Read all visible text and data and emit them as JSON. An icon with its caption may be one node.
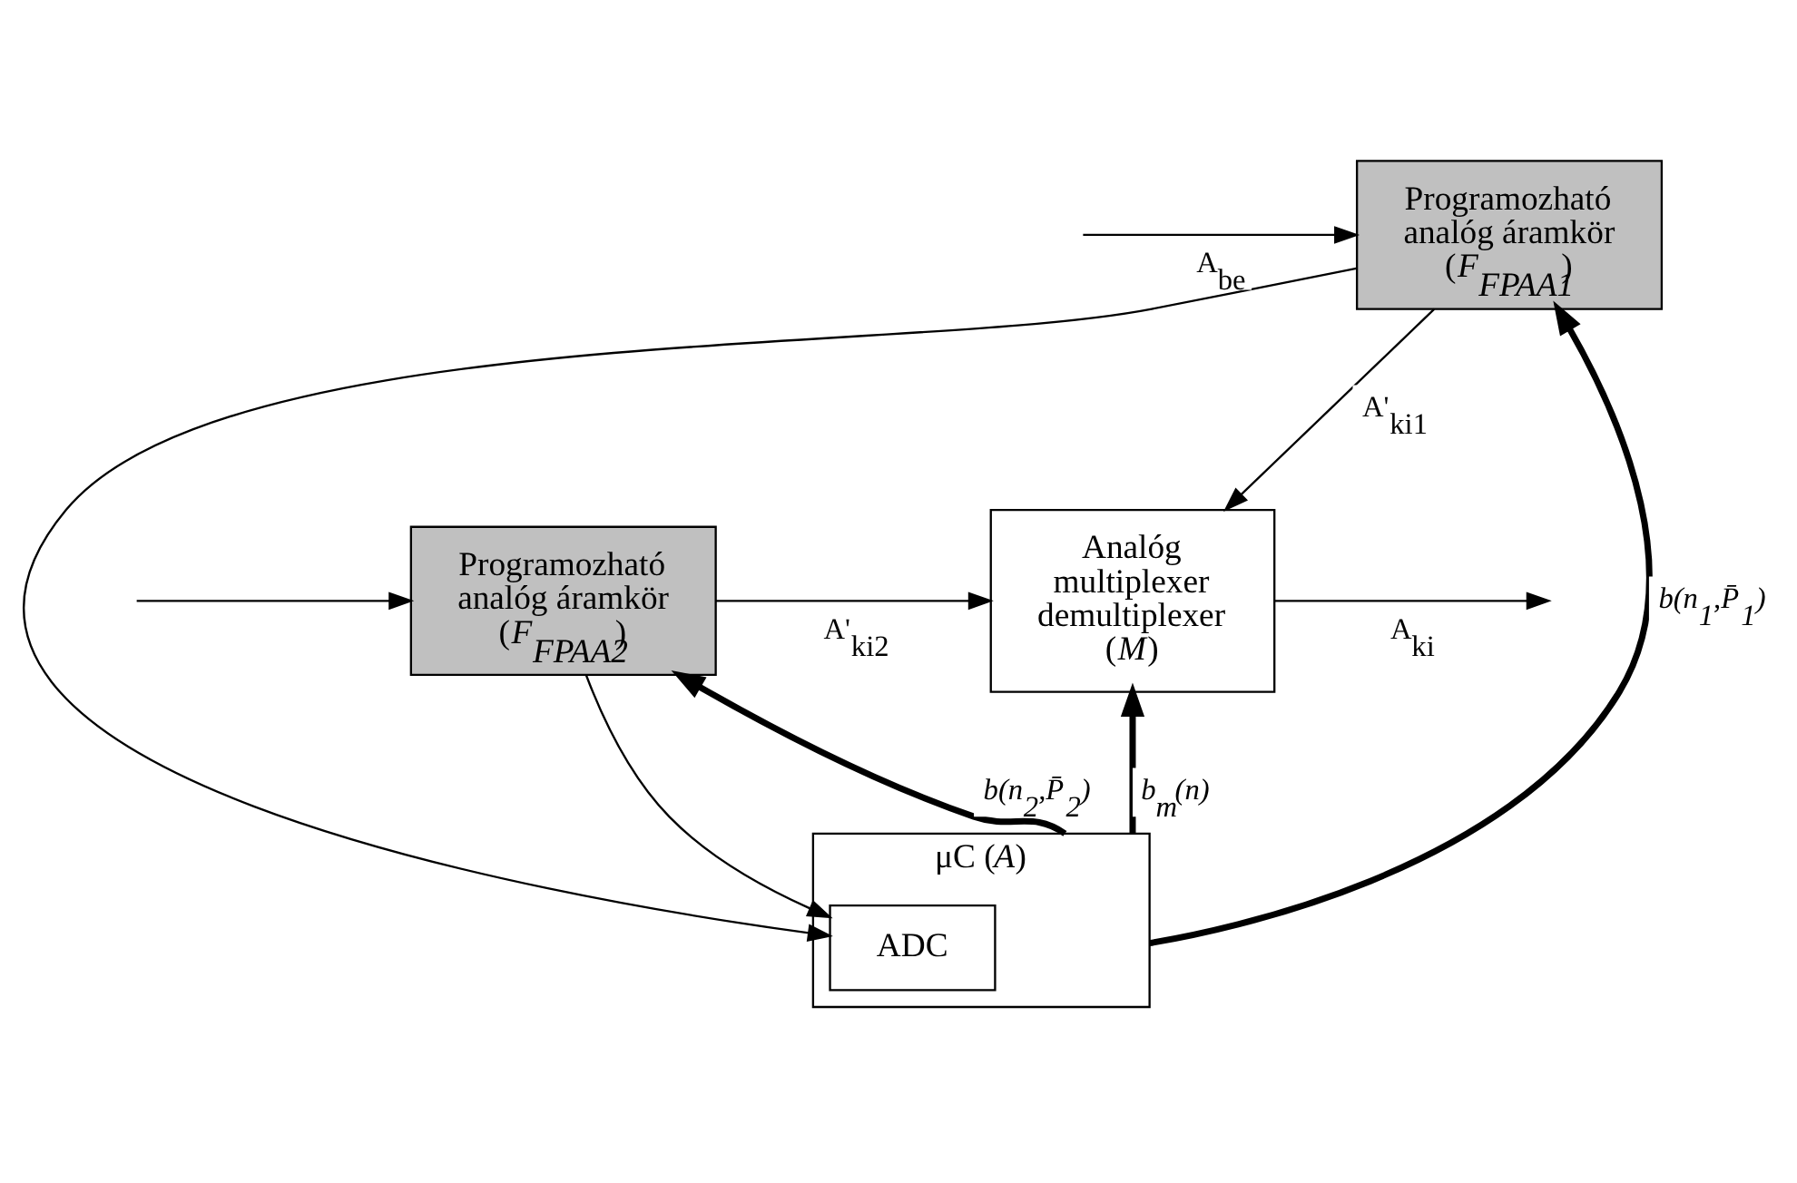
{
  "diagram": {
    "nodes": [
      {
        "text": [
          "Programozható analóg áramkör (*F$_{FPAA1}$*)"
        ]
      },
      {
        "text": [
          "Programozható analóg áramkör (*F$_{FPAA2}$*)"
        ]
      },
      {
        "text": [
          "Analóg multiplexer demultiplexer (*M*)"
        ]
      },
      {
        "text": [
          "μC (*A*)"
        ]
      },
      {
        "text": [
          "ADC"
        ],
        "in": 3
      }
    ],
    "edges": [
      {
        "from": null,
        "to": 0,
        "arrow": "to",
        "label": "A$_{be}$"
      },
      {
        "from": null,
        "to": 1,
        "arrow": "to"
      },
      {
        "from": 0,
        "to": 2,
        "arrow": "to",
        "label": "A'$_{ki1}$"
      },
      {
        "from": 0,
        "to": 4,
        "arrow": "to"
      },
      {
        "from": 1,
        "to": 2,
        "arrow": "to",
        "label": "A'$_{ki2}$"
      },
      {
        "from": 1,
        "to": 4,
        "arrow": "to"
      },
      {
        "from": 2,
        "to": null,
        "arrow": "to",
        "label": "A$_{ki}$"
      },
      {
        "from": 3,
        "to": 0,
        "arrow": "to",
        "style": "thick",
        "label": "*b(n$_{1}$,P̄$_{1}$)*"
      },
      {
        "from": 3,
        "to": 1,
        "arrow": "to",
        "style": "thick",
        "label": "*b(n$_{2}$,P̄$_{2}$)*"
      },
      {
        "from": 3,
        "to": 2,
        "arrow": "to",
        "style": "thick",
        "label": "*b$_{m}$(n)*"
      }
    ]
  }
}
